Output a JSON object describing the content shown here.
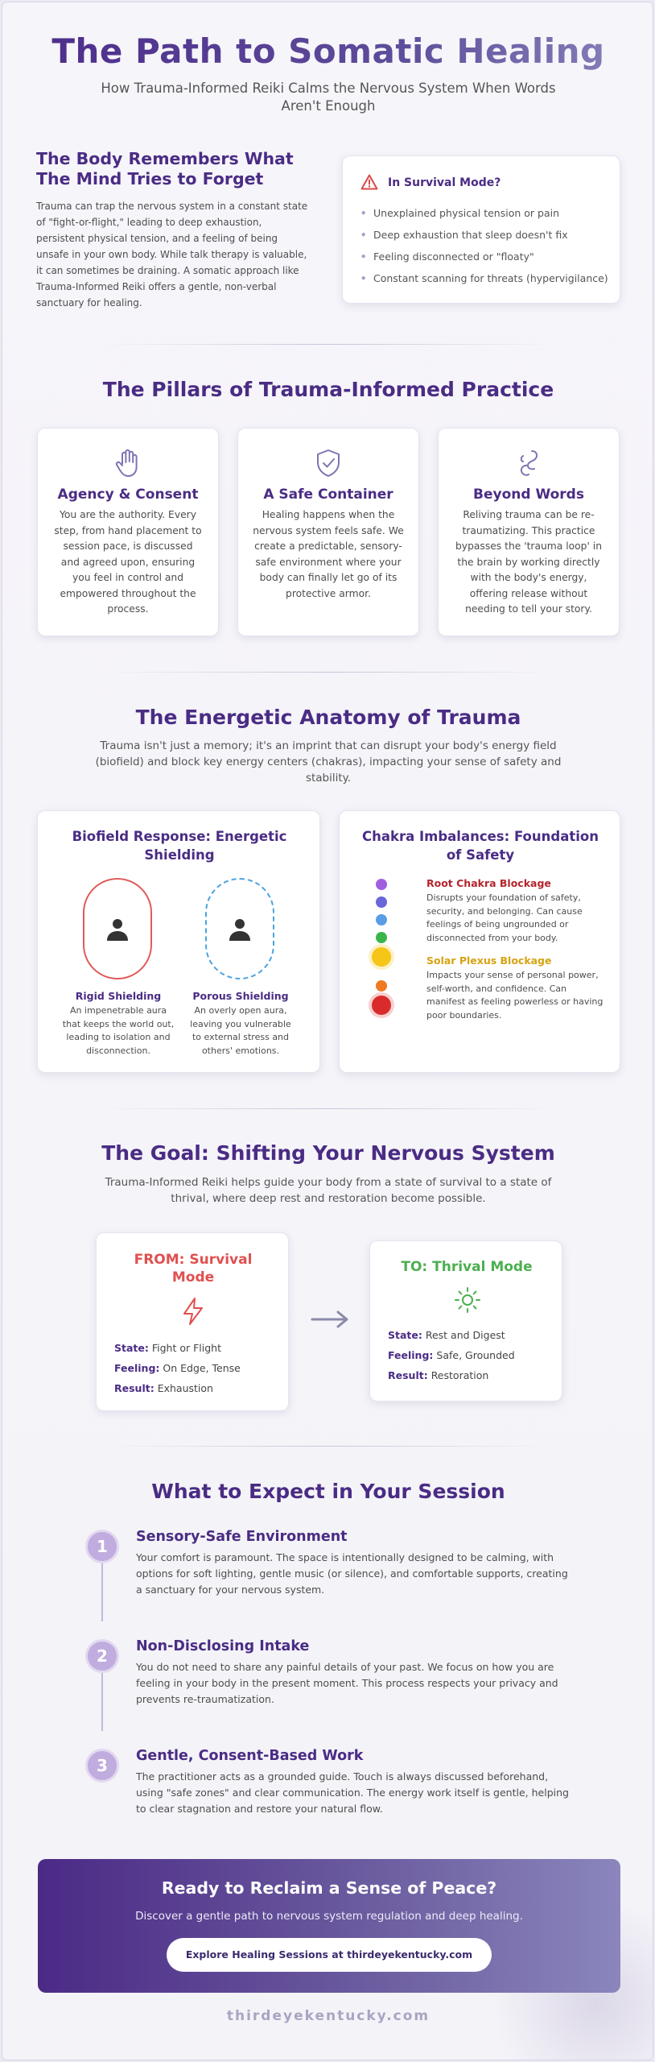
{
  "header": {
    "title": "The Path to Somatic Healing",
    "subtitle": "How Trauma-Informed Reiki Calms the Nervous System When Words Aren't Enough"
  },
  "intro": {
    "heading": "The Body Remembers What The Mind Tries to Forget",
    "body": "Trauma can trap the nervous system in a constant state of \"fight-or-flight,\" leading to deep exhaustion, persistent physical tension, and a feeling of being unsafe in your own body. While talk therapy is valuable, it can sometimes be draining. A somatic approach like Trauma-Informed Reiki offers a gentle, non-verbal sanctuary for healing.",
    "survival_card": {
      "icon": "warning-triangle-icon",
      "title": "In Survival Mode?",
      "items": [
        "Unexplained physical tension or pain",
        "Deep exhaustion that sleep doesn't fix",
        "Feeling disconnected or \"floaty\"",
        "Constant scanning for threats (hypervigilance)"
      ]
    }
  },
  "pillars": {
    "title": "The Pillars of Trauma-Informed Practice",
    "items": [
      {
        "icon": "hand-icon",
        "title": "Agency & Consent",
        "text": "You are the authority. Every step, from hand placement to session pace, is discussed and agreed upon, ensuring you feel in control and empowered throughout the process."
      },
      {
        "icon": "shield-check-icon",
        "title": "A Safe Container",
        "text": "Healing happens when the nervous system feels safe. We create a predictable, sensory-safe environment where your body can finally let go of its protective armor."
      },
      {
        "icon": "brain-loop-icon",
        "title": "Beyond Words",
        "text": "Reliving trauma can be re-traumatizing. This practice bypasses the 'trauma loop' in the brain by working directly with the body's energy, offering release without needing to tell your story."
      }
    ]
  },
  "anatomy": {
    "title": "The Energetic Anatomy of Trauma",
    "subtitle": "Trauma isn't just a memory; it's an imprint that can disrupt your body's energy field (biofield) and block key energy centers (chakras), impacting your sense of safety and stability.",
    "biofield": {
      "title": "Biofield Response: Energetic Shielding",
      "rigid": {
        "label": "Rigid Shielding",
        "text": "An impenetrable aura that keeps the world out, leading to isolation and disconnection.",
        "color": "#e05a5a"
      },
      "porous": {
        "label": "Porous Shielding",
        "text": "An overly open aura, leaving you vulnerable to external stress and others' emotions.",
        "color": "#4aa3df"
      }
    },
    "chakra": {
      "title": "Chakra Imbalances: Foundation of Safety",
      "dot_colors": [
        "#a25ee0",
        "#6a66d9",
        "#5b9ce6",
        "#3bb54a",
        "#f5c518",
        "#ef7a22",
        "#d92b2b"
      ],
      "root": {
        "title": "Root Chakra Blockage",
        "text": "Disrupts your foundation of safety, security, and belonging. Can cause feelings of being ungrounded or disconnected from your body.",
        "color": "#b3262d"
      },
      "solar": {
        "title": "Solar Plexus Blockage",
        "text": "Impacts your sense of personal power, self-worth, and confidence. Can manifest as feeling powerless or having poor boundaries.",
        "color": "#d6a313"
      }
    }
  },
  "goal": {
    "title": "The Goal: Shifting Your Nervous System",
    "subtitle": "Trauma-Informed Reiki helps guide your body from a state of survival to a state of thrival, where deep rest and restoration become possible.",
    "from": {
      "title": "FROM: Survival Mode",
      "icon": "lightning-icon",
      "color": "#e05050",
      "state_label": "State:",
      "state": "Fight or Flight",
      "feeling_label": "Feeling:",
      "feeling": "On Edge, Tense",
      "result_label": "Result:",
      "result": "Exhaustion"
    },
    "arrow_icon": "arrow-right-icon",
    "to": {
      "title": "TO: Thrival Mode",
      "icon": "sun-icon",
      "color": "#4caf50",
      "state_label": "State:",
      "state": "Rest and Digest",
      "feeling_label": "Feeling:",
      "feeling": "Safe, Grounded",
      "result_label": "Result:",
      "result": "Restoration"
    }
  },
  "expect": {
    "title": "What to Expect in Your Session",
    "steps": [
      {
        "num": "1",
        "title": "Sensory-Safe Environment",
        "text": "Your comfort is paramount. The space is intentionally designed to be calming, with options for soft lighting, gentle music (or silence), and comfortable supports, creating a sanctuary for your nervous system."
      },
      {
        "num": "2",
        "title": "Non-Disclosing Intake",
        "text": "You do not need to share any painful details of your past. We focus on how you are feeling in your body in the present moment. This process respects your privacy and prevents re-traumatization."
      },
      {
        "num": "3",
        "title": "Gentle, Consent-Based Work",
        "text": "The practitioner acts as a grounded guide. Touch is always discussed beforehand, using \"safe zones\" and clear communication. The energy work itself is gentle, helping to clear stagnation and restore your natural flow."
      }
    ]
  },
  "cta": {
    "title": "Ready to Reclaim a Sense of Peace?",
    "subtitle": "Discover a gentle path to nervous system regulation and deep healing.",
    "button": "Explore Healing Sessions at thirdeyekentucky.com"
  },
  "footer": {
    "site": "thirdeyekentucky.com"
  }
}
